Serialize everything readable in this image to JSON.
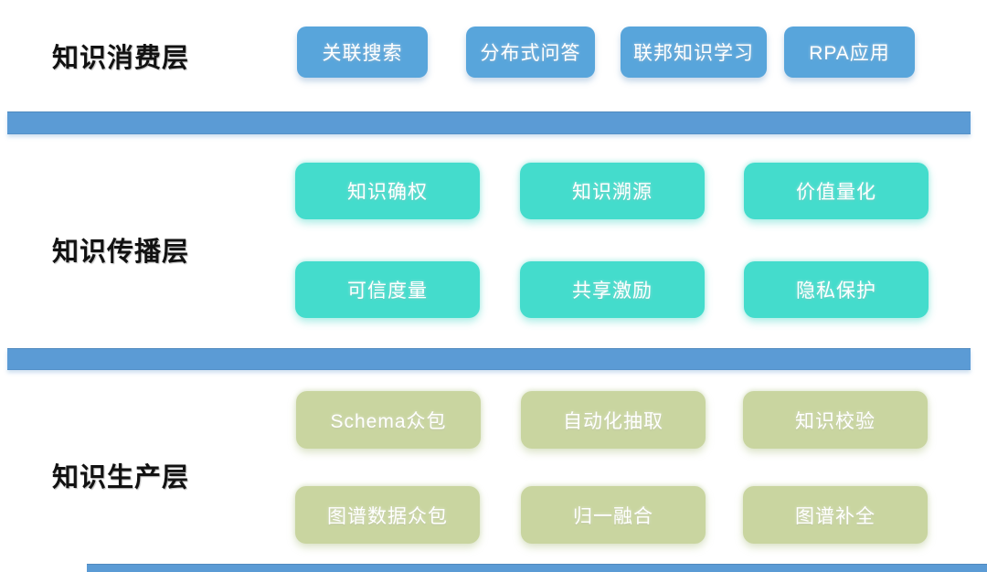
{
  "diagram": {
    "title": "knowledge-graph-architecture-layers",
    "colors": {
      "consumption_box": "#58a5db",
      "divider_bar": "#5b9bd5",
      "propagation_box": "#44dccc",
      "production_box": "#c9d5a0",
      "layer_label_text": "#121212",
      "box_text": "#ffffff",
      "background": "#ffffff"
    },
    "consumption": {
      "label": "知识消费层",
      "boxes": [
        "关联搜索",
        "分布式问答",
        "联邦知识学习",
        "RPA应用"
      ]
    },
    "propagation": {
      "label": "知识传播层",
      "row1": [
        "知识确权",
        "知识溯源",
        "价值量化"
      ],
      "row2": [
        "可信度量",
        "共享激励",
        "隐私保护"
      ]
    },
    "production": {
      "label": "知识生产层",
      "row1": [
        "Schema众包",
        "自动化抽取",
        "知识校验"
      ],
      "row2": [
        "图谱数据众包",
        "归一融合",
        "图谱补全"
      ]
    }
  }
}
